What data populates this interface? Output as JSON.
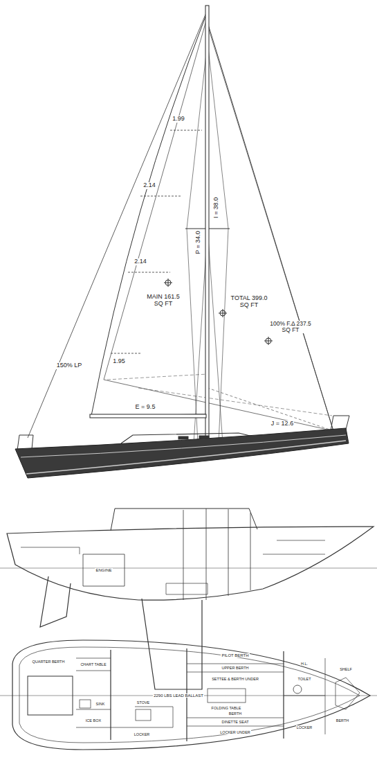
{
  "diagram": {
    "labels": [
      "1.99",
      "2.14",
      "2.14",
      "MAIN 161.5 SQ FT",
      "P = 34.0",
      "I = 38.0",
      "TOTAL 399.0 SQ FT",
      "100% F.Δ 237.5 SQ FT",
      "1.95",
      "150% LP",
      "E = 9.5",
      "J = 12.6",
      "2290 LBS LEAD BALLAST",
      "QUARTER BERTH",
      "CHART TABLE",
      "PILOT BERTH",
      "UPPER BERTH",
      "SETTEE & BERTH UNDER",
      "FOLDING TABLE",
      "BERTH",
      "DINETTE SEAT",
      "LOCKER UNDER",
      "ICE BOX",
      "STOVE",
      "SINK",
      "LOCKER",
      "TOILET",
      "H.L.",
      "SHELF",
      "BERTH",
      "LOCKER",
      "ENGINE"
    ]
  }
}
